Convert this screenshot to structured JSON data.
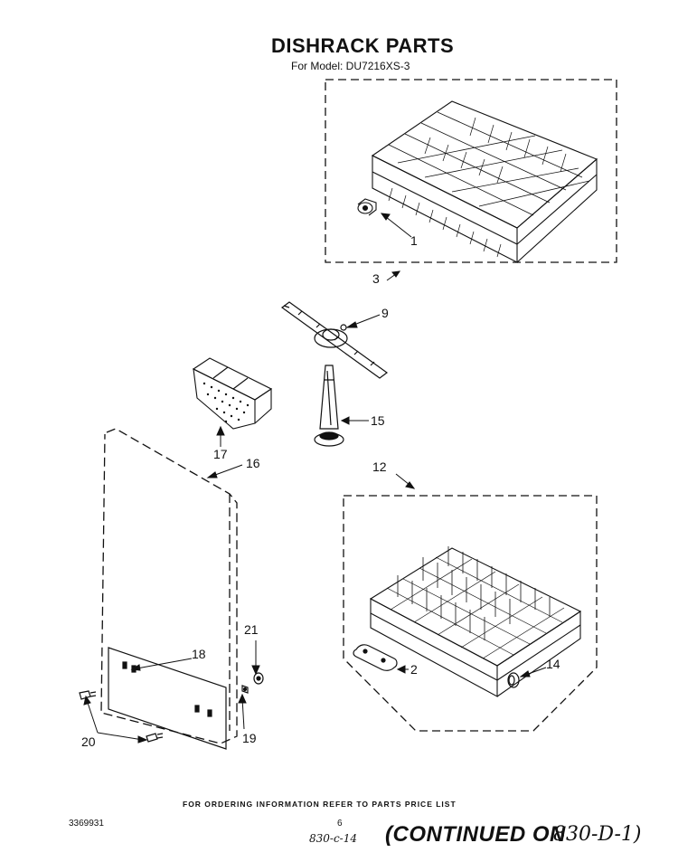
{
  "title": "DISHRACK PARTS",
  "subtitle": "For Model: DU7216XS-3",
  "callouts": {
    "c1": "1",
    "c2": "2",
    "c3": "3",
    "c9": "9",
    "c12": "12",
    "c14": "14",
    "c15": "15",
    "c16": "16",
    "c17": "17",
    "c18": "18",
    "c19": "19",
    "c20": "20",
    "c21": "21"
  },
  "footer": {
    "ordering_note": "FOR ORDERING INFORMATION REFER TO PARTS PRICE LIST",
    "doc_number": "3369931",
    "page_number": "6",
    "handwritten_ref": "830-c-14",
    "continued_label": "(CONTINUED ON",
    "continued_ref": "830-D-1)"
  }
}
